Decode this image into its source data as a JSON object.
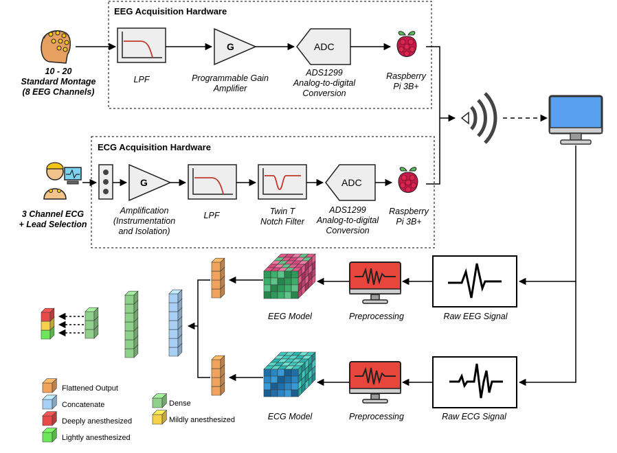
{
  "eeg_section": {
    "title": "EEG Acquisition Hardware",
    "source": [
      "10 - 20",
      "Standard Montage",
      "(8 EEG Channels)"
    ],
    "lpf_label": "LPF",
    "gain_block": "G",
    "gain_label": [
      "Programmable Gain",
      "Amplifier"
    ],
    "adc_block": "ADC",
    "adc_label": [
      "ADS1299",
      "Analog-to-digital",
      "Conversion"
    ],
    "pi_label": [
      "Raspberry",
      "Pi 3B+"
    ]
  },
  "ecg_section": {
    "title": "ECG Acquisition Hardware",
    "source": [
      "3 Channel ECG",
      "+ Lead Selection"
    ],
    "gain_block": "G",
    "amp_label": [
      "Amplification",
      "(Instrumentation",
      "and Isolation)"
    ],
    "lpf_label": "LPF",
    "notch_label": [
      "Twin T",
      "Notch Filter"
    ],
    "adc_block": "ADC",
    "adc_label": [
      "ADS1299",
      "Analog-to-digital",
      "Conversion"
    ],
    "pi_label": [
      "Raspberry",
      "Pi 3B+"
    ]
  },
  "processing": {
    "raw_eeg": "Raw EEG Signal",
    "raw_ecg": "Raw ECG Signal",
    "preprocessing_top": "Preprocessing",
    "preprocessing_bottom": "Preprocessing",
    "eeg_model": "EEG Model",
    "ecg_model": "ECG Model"
  },
  "legend": {
    "flattened": "Flattened Output",
    "concatenate": "Concatenate",
    "dense": "Dense",
    "deeply": "Deeply anesthesized",
    "mildly": "Mildly anesthesized",
    "lightly": "Lightly anesthesized"
  },
  "colors": {
    "flattened": "#f0a35a",
    "concatenate": "#a8d0f5",
    "dense": "#8fd18a",
    "deeply": "#e84a4a",
    "mildly": "#f5d04a",
    "lightly": "#6ee65a",
    "monitor_screen": "#5aa0f0",
    "preproc_screen": "#e8463c"
  },
  "icons": [
    "eeg-head-icon",
    "ecg-person-icon",
    "raspberry-pi-icon",
    "wireless-signal-icon",
    "computer-monitor-icon",
    "signal-waveform-icon",
    "cube-model-icon"
  ]
}
